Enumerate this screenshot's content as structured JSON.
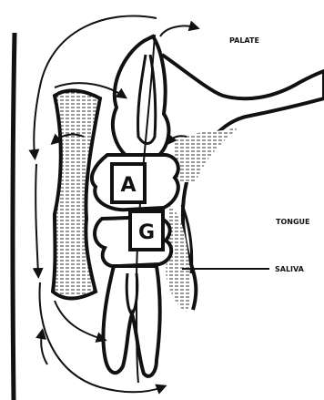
{
  "labels": {
    "palate": "PALATE",
    "tongue": "TONGUE",
    "saliva": "SALIVA",
    "upper_box": "A",
    "lower_box": "G"
  },
  "colors": {
    "ink": "#111111",
    "background": "#ffffff",
    "saliva_fill": "#ffffff"
  }
}
